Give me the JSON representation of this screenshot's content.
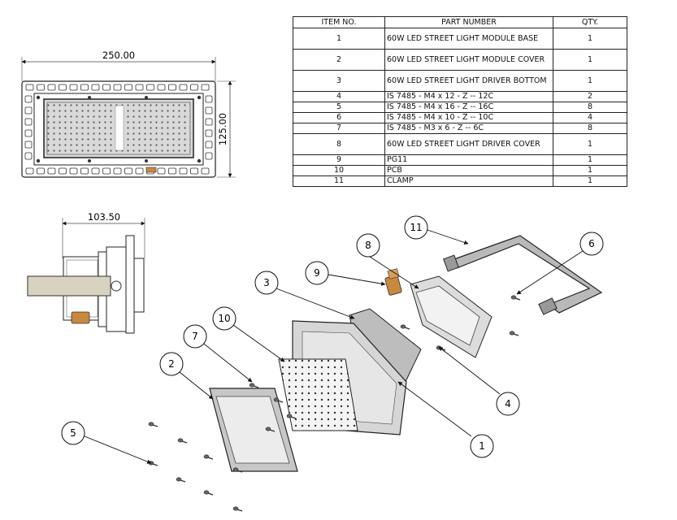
{
  "bom": {
    "headers": {
      "item": "ITEM NO.",
      "part": "PART NUMBER",
      "qty": "QTY."
    },
    "rows": [
      {
        "item": "1",
        "part": "60W LED STREET LIGHT MODULE BASE",
        "qty": "1"
      },
      {
        "item": "2",
        "part": "60W LED STREET LIGHT MODULE COVER",
        "qty": "1"
      },
      {
        "item": "3",
        "part": "60W LED STREET LIGHT DRIVER BOTTOM",
        "qty": "1"
      },
      {
        "item": "4",
        "part": "IS 7485 - M4 x 12 - Z -- 12C",
        "qty": "2"
      },
      {
        "item": "5",
        "part": "IS 7485 - M4 x 16 - Z -- 16C",
        "qty": "8"
      },
      {
        "item": "6",
        "part": "IS 7485 - M4 x 10 - Z -- 10C",
        "qty": "4"
      },
      {
        "item": "7",
        "part": "IS 7485 - M3 x 6 - Z -- 6C",
        "qty": "8"
      },
      {
        "item": "8",
        "part": "60W LED STREET LIGHT DRIVER COVER",
        "qty": "1"
      },
      {
        "item": "9",
        "part": "PG11",
        "qty": "1"
      },
      {
        "item": "10",
        "part": "PCB",
        "qty": "1"
      },
      {
        "item": "11",
        "part": "CLAMP",
        "qty": "1"
      }
    ]
  },
  "dimensions": {
    "width": "250.00",
    "height": "125.00",
    "depth": "103.50"
  },
  "callouts": [
    "1",
    "2",
    "3",
    "4",
    "5",
    "6",
    "7",
    "8",
    "9",
    "10",
    "11"
  ]
}
